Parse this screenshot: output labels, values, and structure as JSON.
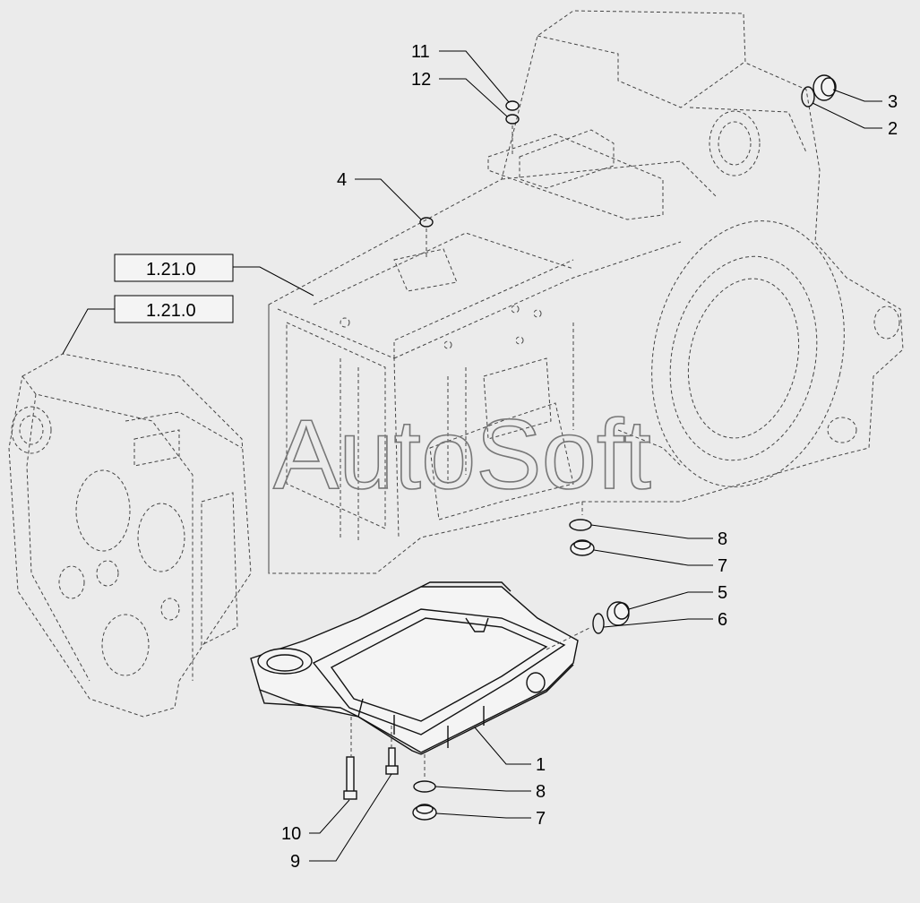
{
  "watermark": "AutoSoft",
  "reference_boxes": [
    {
      "id": "ref-a",
      "label": "1.21.0"
    },
    {
      "id": "ref-b",
      "label": "1.21.0"
    }
  ],
  "callouts": [
    {
      "id": "c11",
      "label": "11"
    },
    {
      "id": "c12",
      "label": "12"
    },
    {
      "id": "c3",
      "label": "3"
    },
    {
      "id": "c2",
      "label": "2"
    },
    {
      "id": "c4",
      "label": "4"
    },
    {
      "id": "c8a",
      "label": "8"
    },
    {
      "id": "c7a",
      "label": "7"
    },
    {
      "id": "c5",
      "label": "5"
    },
    {
      "id": "c6",
      "label": "6"
    },
    {
      "id": "c1",
      "label": "1"
    },
    {
      "id": "c8b",
      "label": "8"
    },
    {
      "id": "c7b",
      "label": "7"
    },
    {
      "id": "c10",
      "label": "10"
    },
    {
      "id": "c9",
      "label": "9"
    }
  ]
}
